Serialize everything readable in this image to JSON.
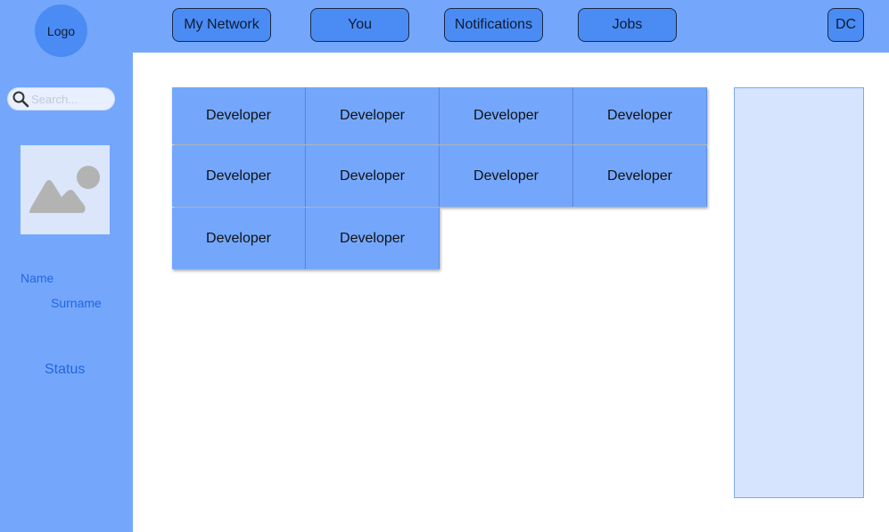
{
  "logo": "Logo",
  "nav": [
    "My Network",
    "You",
    "Notifications",
    "Jobs"
  ],
  "user_button": "DC",
  "search": {
    "placeholder": "Search..."
  },
  "profile": {
    "name": "Name",
    "surname": "Surname",
    "status": "Status"
  },
  "cards": [
    {
      "label": "Developer"
    },
    {
      "label": "Developer"
    },
    {
      "label": "Developer"
    },
    {
      "label": "Developer"
    },
    {
      "label": "Developer"
    },
    {
      "label": "Developer"
    },
    {
      "label": "Developer"
    },
    {
      "label": "Developer"
    },
    {
      "label": "Developer"
    },
    {
      "label": "Developer"
    }
  ],
  "colors": {
    "accent": "#74a7fc",
    "button": "#4a8cf4",
    "panel": "#d6e4fd",
    "text_blue": "#2266dd"
  }
}
